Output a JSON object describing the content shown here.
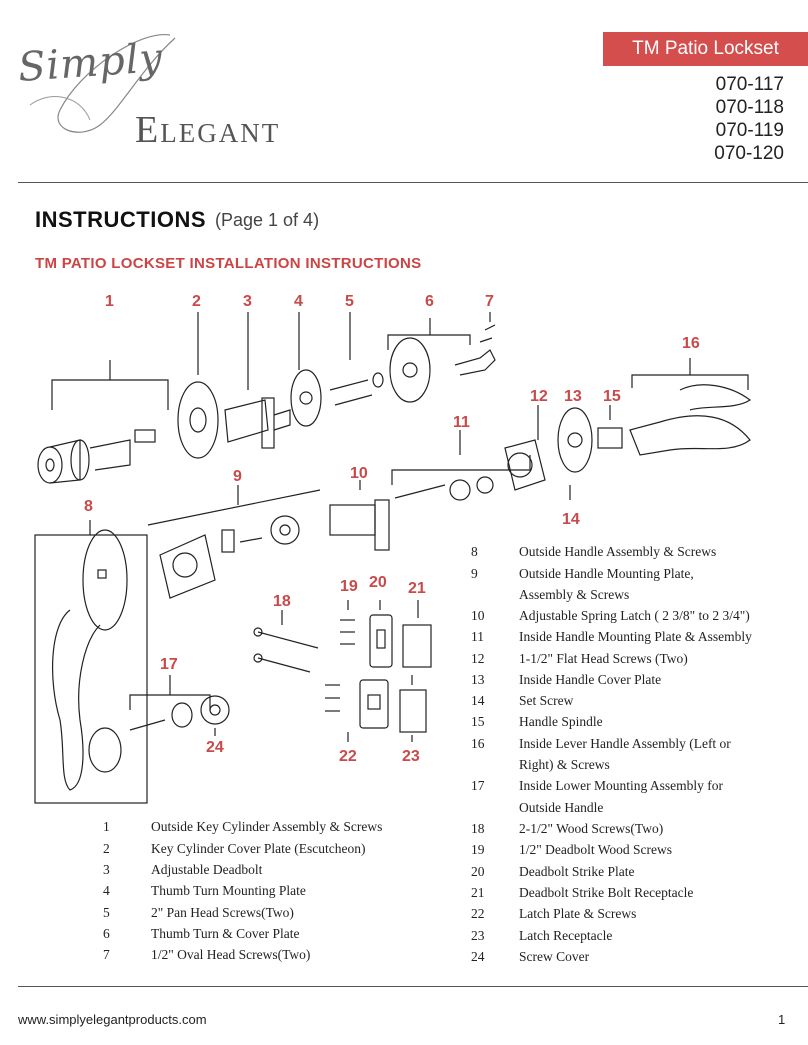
{
  "logo": {
    "script": "Simply",
    "main": "Elegant"
  },
  "header": {
    "product_title": "TM Patio Lockset",
    "models": [
      "070-117",
      "070-118",
      "070-119",
      "070-120"
    ]
  },
  "instructions": {
    "title": "INSTRUCTIONS",
    "page": "(Page 1 of 4)"
  },
  "subheading": "TM PATIO LOCKSET INSTALLATION INSTRUCTIONS",
  "callouts": [
    "1",
    "2",
    "3",
    "4",
    "5",
    "6",
    "7",
    "8",
    "9",
    "10",
    "11",
    "12",
    "13",
    "14",
    "15",
    "16",
    "17",
    "18",
    "19",
    "20",
    "21",
    "22",
    "23",
    "24"
  ],
  "parts_left": [
    {
      "n": "1",
      "t": "Outside Key Cylinder Assembly & Screws"
    },
    {
      "n": "2",
      "t": "Key Cylinder Cover Plate (Escutcheon)"
    },
    {
      "n": "3",
      "t": "Adjustable Deadbolt"
    },
    {
      "n": "4",
      "t": "Thumb Turn Mounting Plate"
    },
    {
      "n": "5",
      "t": "2\" Pan Head Screws(Two)"
    },
    {
      "n": "6",
      "t": "Thumb Turn & Cover Plate"
    },
    {
      "n": "7",
      "t": "1/2\" Oval Head Screws(Two)"
    }
  ],
  "parts_right": [
    {
      "n": "8",
      "t": "Outside Handle Assembly & Screws"
    },
    {
      "n": "9",
      "t": "Outside Handle Mounting Plate,"
    },
    {
      "n": "",
      "t": "Assembly & Screws"
    },
    {
      "n": "10",
      "t": "Adjustable Spring Latch ( 2 3/8\" to 2 3/4\")"
    },
    {
      "n": "11",
      "t": "Inside Handle Mounting Plate & Assembly"
    },
    {
      "n": "12",
      "t": "1-1/2\" Flat Head Screws (Two)"
    },
    {
      "n": "13",
      "t": "Inside Handle Cover Plate"
    },
    {
      "n": "14",
      "t": "Set Screw"
    },
    {
      "n": "15",
      "t": "Handle Spindle"
    },
    {
      "n": "16",
      "t": "Inside Lever Handle Assembly (Left or"
    },
    {
      "n": "",
      "t": "Right) & Screws"
    },
    {
      "n": "17",
      "t": "Inside Lower Mounting Assembly for"
    },
    {
      "n": "",
      "t": "Outside Handle"
    },
    {
      "n": "18",
      "t": "2-1/2\" Wood Screws(Two)"
    },
    {
      "n": "19",
      "t": "1/2\" Deadbolt Wood Screws"
    },
    {
      "n": "20",
      "t": "Deadbolt Strike Plate"
    },
    {
      "n": "21",
      "t": "Deadbolt Strike Bolt Receptacle"
    },
    {
      "n": "22",
      "t": "Latch Plate & Screws"
    },
    {
      "n": "23",
      "t": "Latch Receptacle"
    },
    {
      "n": "24",
      "t": "Screw Cover"
    }
  ],
  "footer": {
    "url": "www.simplyelegantproducts.com",
    "page": "1"
  },
  "colors": {
    "accent": "#d44e4e"
  }
}
